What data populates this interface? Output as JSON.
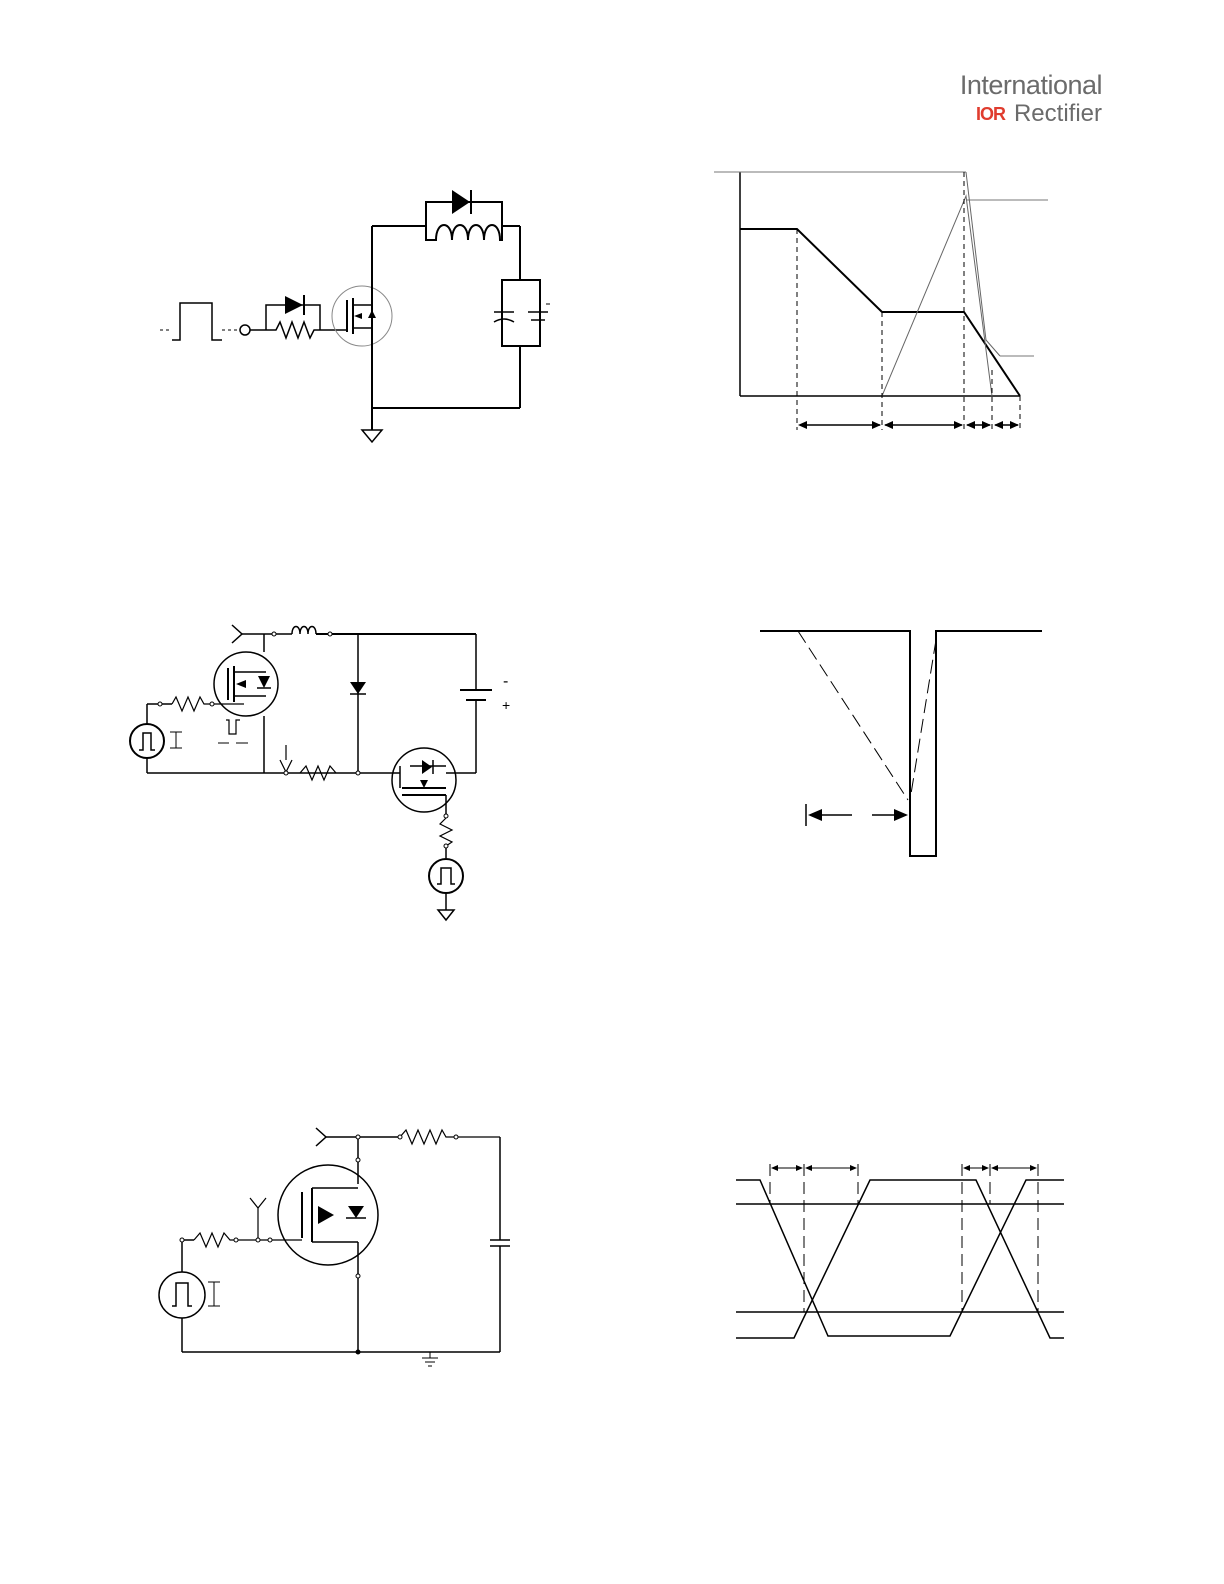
{
  "header": {
    "logo_line1": "International",
    "logo_mark": "IOR",
    "logo_line2": "Rectifier",
    "brand_color": "#e03c2e"
  },
  "diagrams": [
    {
      "id": "fig-a",
      "kind": "test circuit",
      "icons": [
        "pulse-source-icon",
        "diode-icon",
        "resistor-icon",
        "mosfet-icon",
        "inductor-icon",
        "capacitor-icon",
        "ground-icon"
      ]
    },
    {
      "id": "fig-b",
      "kind": "waveform with dashed timing intervals"
    },
    {
      "id": "fig-c",
      "kind": "test circuit",
      "icons": [
        "pulse-source-icon",
        "mosfet-icon",
        "inductor-icon",
        "diode-icon",
        "battery-icon",
        "resistor-icon",
        "ground-icon"
      ]
    },
    {
      "id": "fig-d",
      "kind": "pulse waveform"
    },
    {
      "id": "fig-e",
      "kind": "test circuit",
      "icons": [
        "pulse-source-icon",
        "resistor-icon",
        "mosfet-icon",
        "capacitor-icon",
        "ground-icon"
      ]
    },
    {
      "id": "fig-f",
      "kind": "switching waveform"
    }
  ],
  "battery_polarity": {
    "minus": "-",
    "plus": "+"
  }
}
